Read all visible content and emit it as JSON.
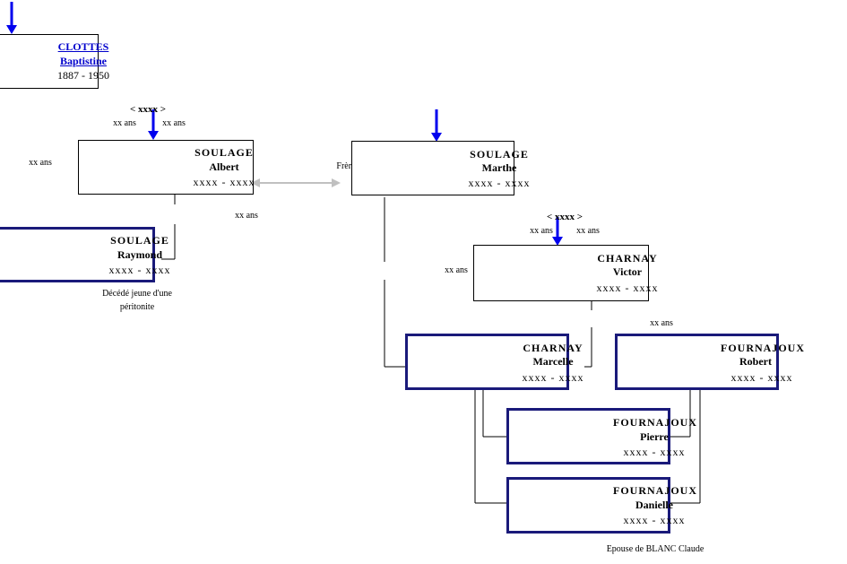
{
  "persons": {
    "clottes": {
      "surname": "CLOTTES",
      "firstname": "Baptistine",
      "dates": "1887 - 1950"
    },
    "albert": {
      "surname": "SOULAGE",
      "firstname": "Albert",
      "dates": "xxxx - xxxx"
    },
    "marthe": {
      "surname": "SOULAGE",
      "firstname": "Marthe",
      "dates": "xxxx - xxxx"
    },
    "raymond": {
      "surname": "SOULAGE",
      "firstname": "Raymond",
      "dates": "xxxx - xxxx",
      "note": "Décédé jeune d'une péritonite"
    },
    "victor": {
      "surname": "CHARNAY",
      "firstname": "Victor",
      "dates": "xxxx - xxxx"
    },
    "marcelle": {
      "surname": "CHARNAY",
      "firstname": "Marcelle",
      "dates": "xxxx - xxxx"
    },
    "robert": {
      "surname": "FOURNAJOUX",
      "firstname": "Robert",
      "dates": "xxxx - xxxx"
    },
    "pierre": {
      "surname": "FOURNAJOUX",
      "firstname": "Pierre",
      "dates": "xxxx - xxxx"
    },
    "danielle": {
      "surname": "FOURNAJOUX",
      "firstname": "Danielle",
      "dates": "xxxx - xxxx",
      "note": "Epouse de BLANC Claude"
    }
  },
  "labels": {
    "marriage1": "< xxxx >",
    "marriage2": "< xxxx >",
    "age": "xx ans",
    "siblings": "Frère & Soeur",
    "raymond_note_line1": "Décédé jeune d'une",
    "raymond_note_line2": "péritonite"
  },
  "colors": {
    "arrow": "#0000ee",
    "thick_border": "#1a1a7a",
    "sibling_arrow": "#c0c0c0"
  }
}
